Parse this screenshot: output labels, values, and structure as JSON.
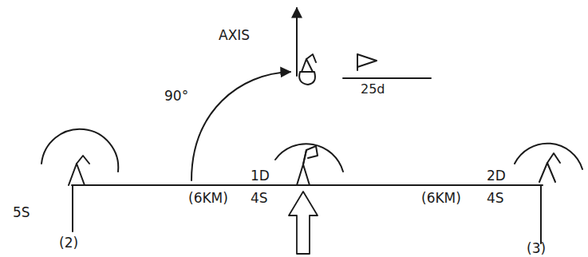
{
  "diagram": {
    "labels": [
      "AXIS",
      "25d",
      "90°",
      "5S",
      "(6KM)",
      "1D",
      "4S",
      "(6KM)",
      "2D",
      "4S",
      "(2)",
      "(3)"
    ]
  }
}
